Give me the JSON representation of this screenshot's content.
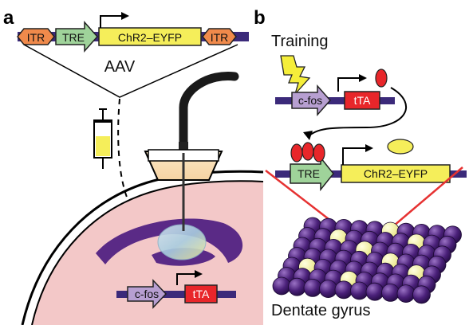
{
  "panels": [
    {
      "label": "a"
    },
    {
      "label": "b"
    }
  ],
  "panel_a": {
    "construct": {
      "itr_left": "ITR",
      "tre": "TRE",
      "gene": "ChR2–EYFP",
      "itr_right": "ITR"
    },
    "vector_label": "AAV",
    "bottom_construct": {
      "promoter": "c-fos",
      "gene": "tTA"
    }
  },
  "panel_b": {
    "title": "Training",
    "top_construct": {
      "promoter": "c-fos",
      "gene": "tTA"
    },
    "bottom_construct": {
      "promoter": "TRE",
      "gene": "ChR2–EYFP"
    },
    "region_label": "Dentate gyrus"
  },
  "colors": {
    "itr": "#f08a4b",
    "tre": "#9fd39a",
    "chr2": "#f5ee5a",
    "cfos": "#b79fd1",
    "tta": "#e8262a",
    "dna": "#3b2a7a",
    "tissue": "#f3c8c8",
    "hippocampus": "#5a2a86",
    "neuron": "#4a2079",
    "neuron_active": "#f4f29a",
    "fiber_beam": "#e63232"
  }
}
